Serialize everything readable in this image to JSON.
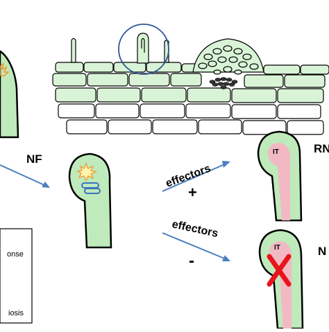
{
  "labels": {
    "nf": "NF",
    "effectors_top": "effectors",
    "plus": "+",
    "effectors_bottom": "effectors",
    "minus": "-",
    "it_top": "IT",
    "it_bottom": "IT",
    "rn_partial": "RN",
    "n_partial": "N"
  },
  "legend": {
    "item_1_partial": "onse",
    "item_2_partial": "iosis"
  },
  "colors": {
    "root_hair_fill": "#bfeabb",
    "cell_fill": "#d9f3d6",
    "infection_thread": "#f2b9c4",
    "arrow": "#4a7fc1",
    "reject_cross": "#e8141b",
    "highlight_circle": "#2f5597",
    "burst": "#f29a2e",
    "nucleus_blue": "#3d72c2"
  }
}
